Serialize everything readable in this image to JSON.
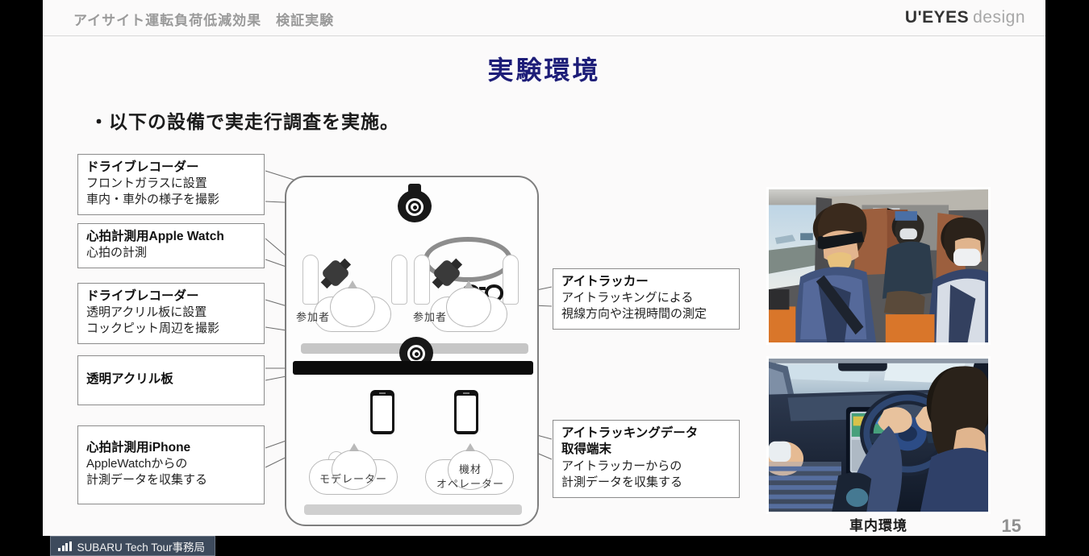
{
  "header": {
    "title": "アイサイト運転負荷低減効果　検証実験",
    "logo_main": "U'EYES",
    "logo_sub": "design"
  },
  "slide": {
    "title": "実験環境",
    "lead": "・以下の設備で実走行調査を実施。",
    "page_number": "15",
    "photo_caption": "車内環境",
    "title_color": "#1d1d78"
  },
  "callouts_left": [
    {
      "title": "ドライブレコーダー",
      "lines": [
        "フロントガラスに設置",
        "車内・車外の様子を撮影"
      ]
    },
    {
      "title": "心拍計測用Apple Watch",
      "lines": [
        "心拍の計測"
      ]
    },
    {
      "title": "ドライブレコーダー",
      "lines": [
        "透明アクリル板に設置",
        "コックピット周辺を撮影"
      ]
    },
    {
      "title": "透明アクリル板",
      "lines": []
    },
    {
      "title": "心拍計測用iPhone",
      "lines": [
        "AppleWatchからの",
        "計測データを収集する"
      ]
    }
  ],
  "callouts_right": [
    {
      "title": "アイトラッカー",
      "title2": "",
      "lines": [
        "アイトラッキングによる",
        "視線方向や注視時間の測定"
      ]
    },
    {
      "title": "アイトラッキングデータ",
      "title2": "取得端末",
      "lines": [
        "アイトラッカーからの",
        "計測データを収集する"
      ]
    }
  ],
  "diagram": {
    "seat_participant_left": "参加者",
    "seat_participant_right": "参加者",
    "seat_moderator": "モデレーター",
    "seat_operator_line1": "機材",
    "seat_operator_line2": "オペレーター"
  },
  "taskbar": {
    "item_label": "SUBARU Tech Tour事務局",
    "icon": "signal-bars-icon",
    "bg_color": "#3d4a5c"
  }
}
